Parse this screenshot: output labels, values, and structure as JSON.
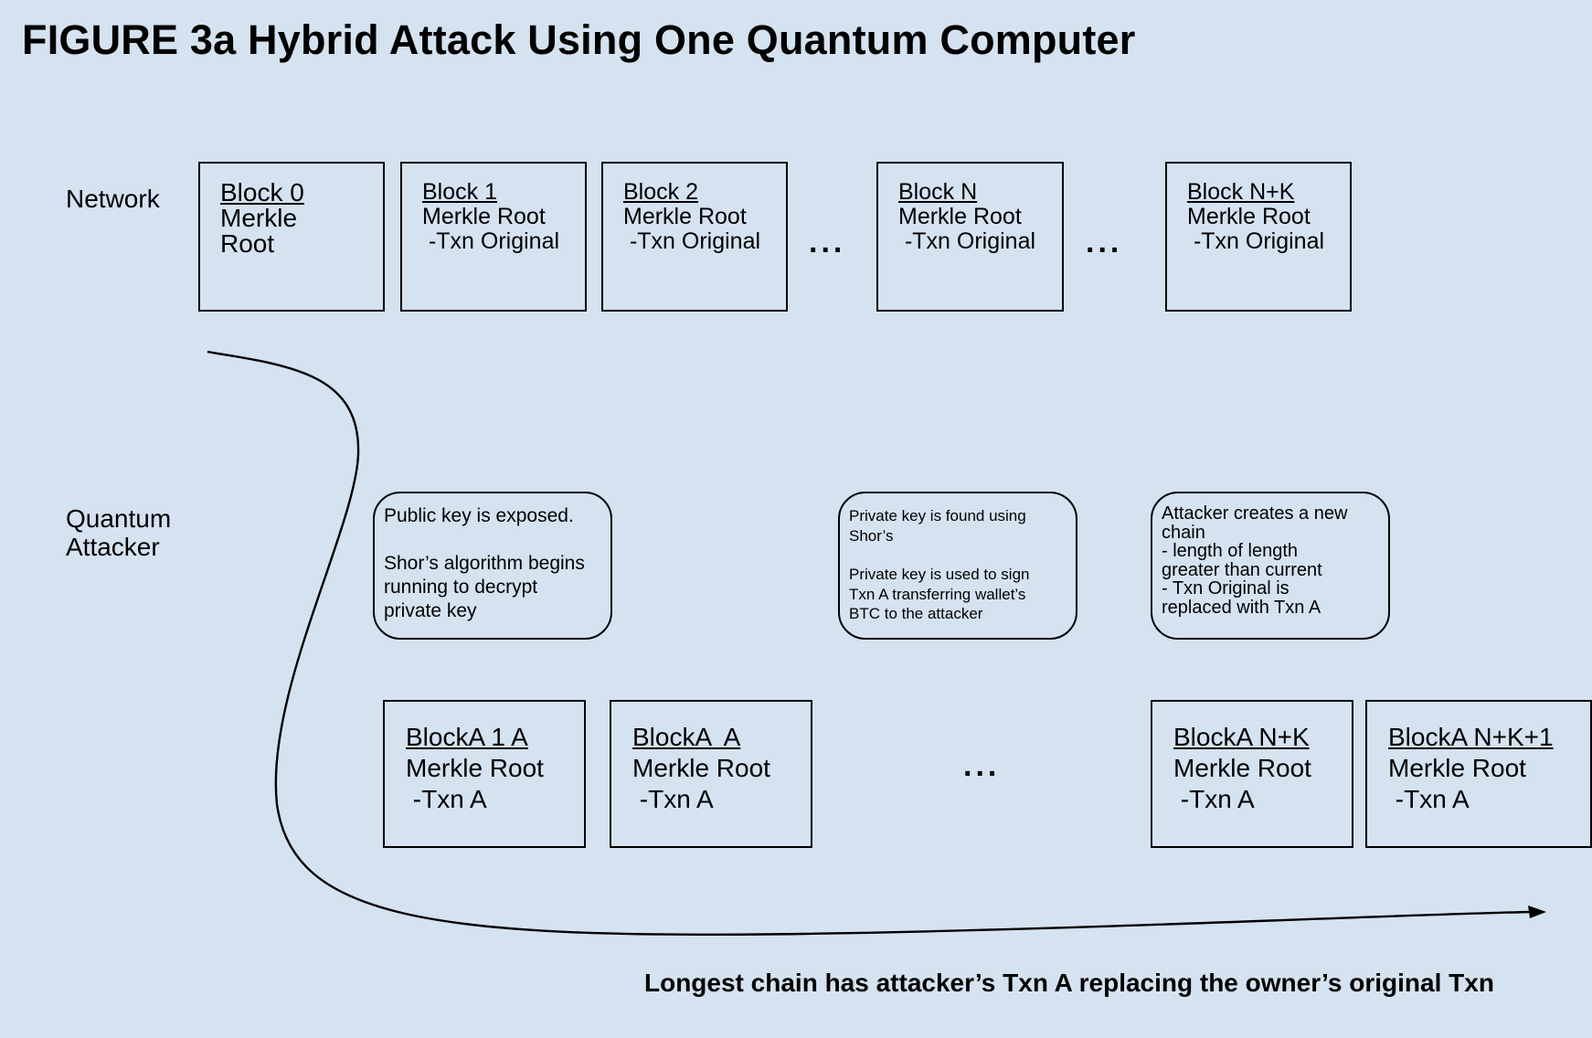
{
  "title": "FIGURE 3a Hybrid Attack Using One Quantum Computer",
  "rows": {
    "network": "Network",
    "attacker": [
      "Quantum",
      "Attacker"
    ]
  },
  "network_blocks": [
    {
      "name": "Block 0",
      "lines": [
        "Merkle",
        "Root"
      ]
    },
    {
      "name": "Block 1",
      "lines": [
        "Merkle Root",
        " -Txn Original"
      ]
    },
    {
      "name": "Block 2",
      "lines": [
        "Merkle Root",
        " -Txn Original"
      ]
    },
    {
      "name": "Block N",
      "lines": [
        "Merkle Root",
        " -Txn Original"
      ]
    },
    {
      "name": "Block N+K",
      "lines": [
        "Merkle Root",
        " -Txn Original"
      ]
    }
  ],
  "notes": [
    [
      "Public key is exposed.",
      "",
      "Shor’s algorithm begins",
      "running to decrypt",
      "private key"
    ],
    [
      "Private key is found using",
      "Shor’s",
      "",
      "Private key is used to sign",
      "Txn A transferring wallet’s",
      "BTC to the attacker"
    ],
    [
      "Attacker creates a new",
      "chain",
      "- length of length",
      "greater than current",
      "- Txn Original is",
      "replaced with Txn A"
    ]
  ],
  "attacker_blocks": [
    {
      "name": "BlockA 1 A",
      "lines": [
        "Merkle Root",
        " -Txn A"
      ]
    },
    {
      "name": "BlockA  A",
      "lines": [
        "Merkle Root",
        " -Txn A"
      ]
    },
    {
      "name": "BlockA N+K",
      "lines": [
        "Merkle Root",
        " -Txn A"
      ]
    },
    {
      "name": "BlockA N+K+1",
      "lines": [
        "Merkle Root",
        " -Txn A"
      ]
    }
  ],
  "ellipsis": "...",
  "caption": "Longest chain has attacker’s Txn A replacing the owner’s original Txn"
}
